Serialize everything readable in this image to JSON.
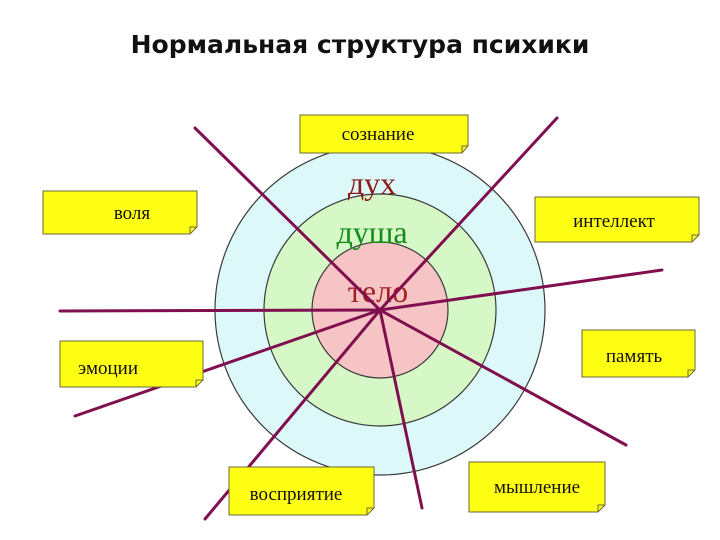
{
  "title": "Нормальная структура психики",
  "rings": [
    {
      "label": "дух",
      "color": "#8b1a1a",
      "fill": "#ddf8f8"
    },
    {
      "label": "душа",
      "color": "#128c1a",
      "fill": "#d6f7c6"
    },
    {
      "label": "тело",
      "color": "#a52020",
      "fill": "#f6c4c4"
    }
  ],
  "labels": {
    "consciousness": "сознание",
    "will": "воля",
    "intellect": "интеллект",
    "emotions": "эмоции",
    "memory": "память",
    "perception": "восприятие",
    "thinking": "мышление"
  },
  "colors": {
    "line": "#800f4f",
    "box_fill": "#ffff13",
    "box_border": "#6a6a3a"
  }
}
